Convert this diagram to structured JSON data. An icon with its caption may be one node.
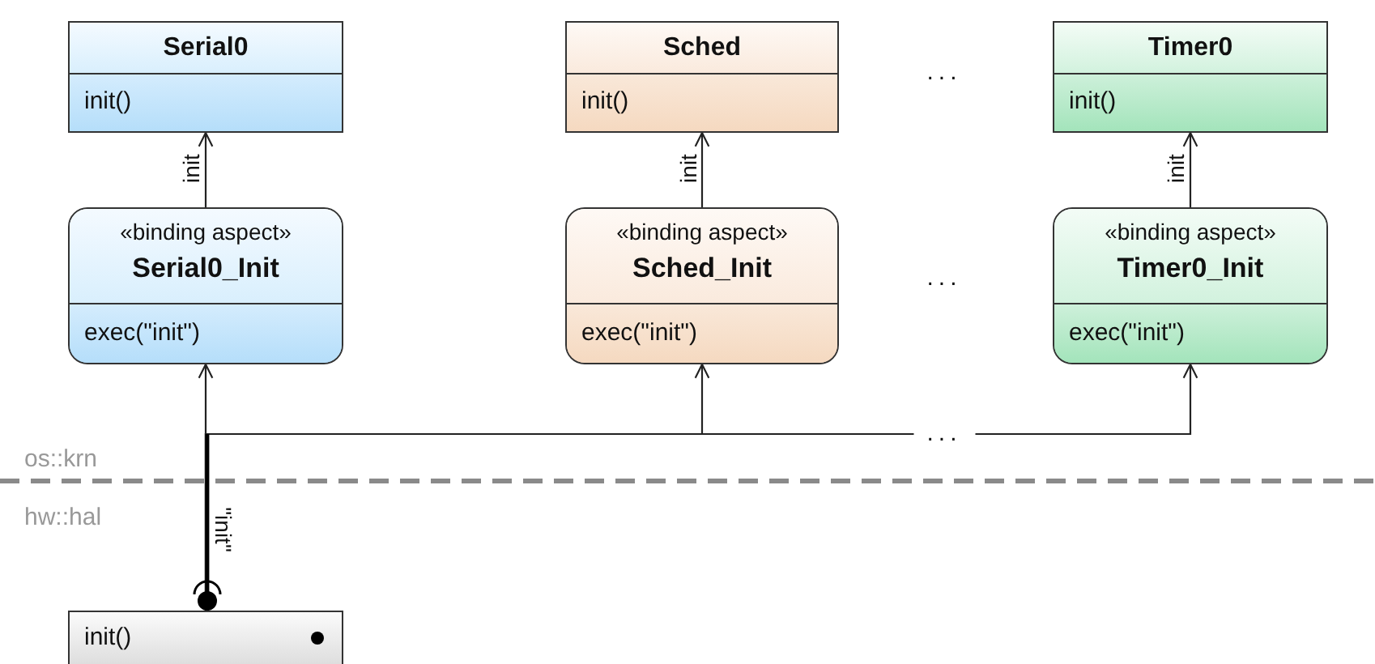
{
  "diagram": {
    "nodes": [
      {
        "text": [
          "Serial0",
          "init()"
        ]
      },
      {
        "text": [
          "«binding aspect»",
          "Serial0_Init",
          "exec(\"init\")"
        ]
      },
      {
        "text": [
          "Sched",
          "init()"
        ]
      },
      {
        "text": [
          "«binding aspect»",
          "Sched_Init",
          "exec(\"init\")"
        ]
      },
      {
        "text": [
          "Timer0",
          "init()"
        ]
      },
      {
        "text": [
          "«binding aspect»",
          "Timer0_Init",
          "exec(\"init\")"
        ]
      },
      {
        "text": [
          "init()"
        ]
      }
    ],
    "edges": [
      {
        "from": 1,
        "to": 0,
        "arrow": "to",
        "label": "init"
      },
      {
        "from": 3,
        "to": 2,
        "arrow": "to",
        "label": "init"
      },
      {
        "from": 5,
        "to": 4,
        "arrow": "to",
        "label": "init"
      },
      {
        "from": 6,
        "to": 1,
        "arrow": "to",
        "label": "\"init\""
      },
      {
        "from": 6,
        "to": 3,
        "arrow": "to"
      },
      {
        "from": 6,
        "to": 5,
        "arrow": "to"
      }
    ],
    "labels": [
      "...",
      "...",
      "...",
      "os::krn",
      "hw::hal"
    ]
  }
}
